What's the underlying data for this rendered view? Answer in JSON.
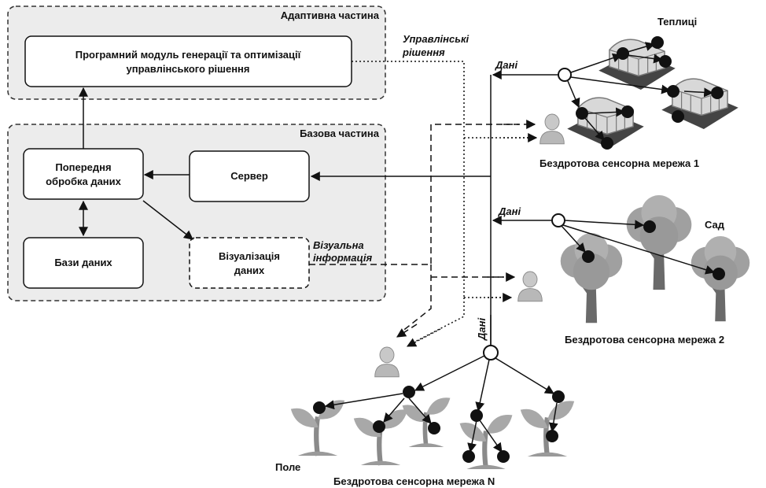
{
  "adaptive": {
    "title": "Адаптивна частина",
    "module_line1": "Програмний модуль генерації та оптимізації",
    "module_line2": "управлінського рішення"
  },
  "base": {
    "title": "Базова частина",
    "preprocess_line1": "Попередня",
    "preprocess_line2": "обробка даних",
    "server": "Сервер",
    "databases": "Бази даних",
    "viz_line1": "Візуалізація",
    "viz_line2": "даних"
  },
  "labels": {
    "decisions_line1": "Управлінські",
    "decisions_line2": "рішення",
    "visual_line1": "Візуальна",
    "visual_line2": "інформація",
    "data": "Дані"
  },
  "networks": {
    "net1": {
      "name": "Бездротова сенсорна мережа 1",
      "place": "Теплиці"
    },
    "net2": {
      "name": "Бездротова сенсорна мережа 2",
      "place": "Сад"
    },
    "netN": {
      "name": "Бездротова сенсорна мережа N",
      "place": "Поле"
    }
  }
}
